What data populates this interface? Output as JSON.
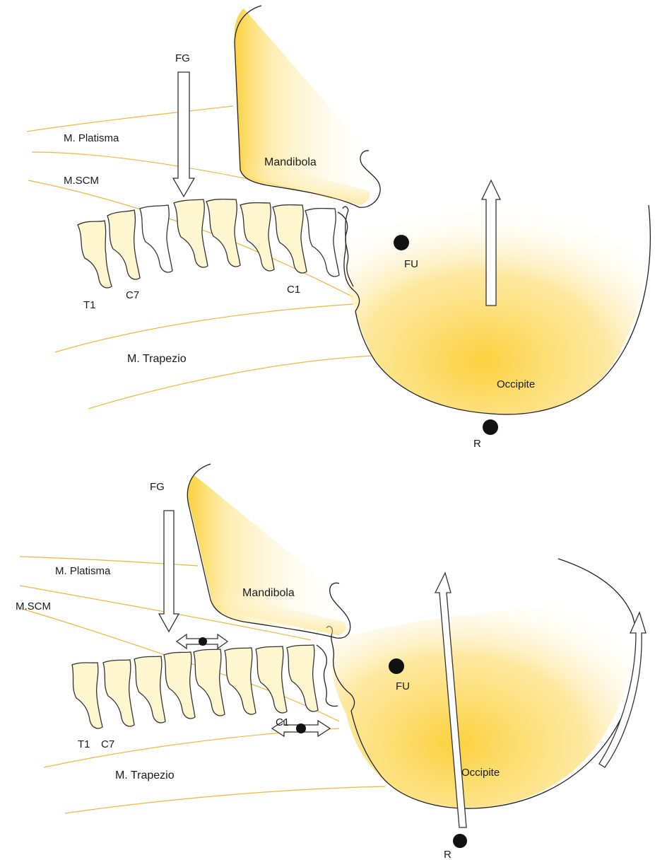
{
  "panels": [
    {
      "id": "top",
      "labels": {
        "fg": "FG",
        "platisma": "M. Platisma",
        "scm": "M.SCM",
        "mandibola": "Mandibola",
        "fu": "FU",
        "t1": "T1",
        "c7": "C7",
        "c1": "C1",
        "trapezio": "M. Trapezio",
        "occipite": "Occipite",
        "r": "R"
      }
    },
    {
      "id": "bottom",
      "labels": {
        "fg": "FG",
        "platisma": "M. Platisma",
        "scm": "M.SCM",
        "mandibola": "Mandibola",
        "fu": "FU",
        "t1": "T1",
        "c7": "C7",
        "c1": "C1",
        "trapezio": "M. Trapezio",
        "occipite": "Occipite",
        "r": "R"
      }
    }
  ],
  "colors": {
    "bone_fill": "#fdf6cf",
    "muscle_line": "#efb83a",
    "skull_yellow": "#fbd13d",
    "outline": "#222222"
  },
  "icons": [
    "arrow-down-icon",
    "arrow-up-icon",
    "double-arrow-icon",
    "curved-arrow-icon",
    "dot-icon"
  ]
}
